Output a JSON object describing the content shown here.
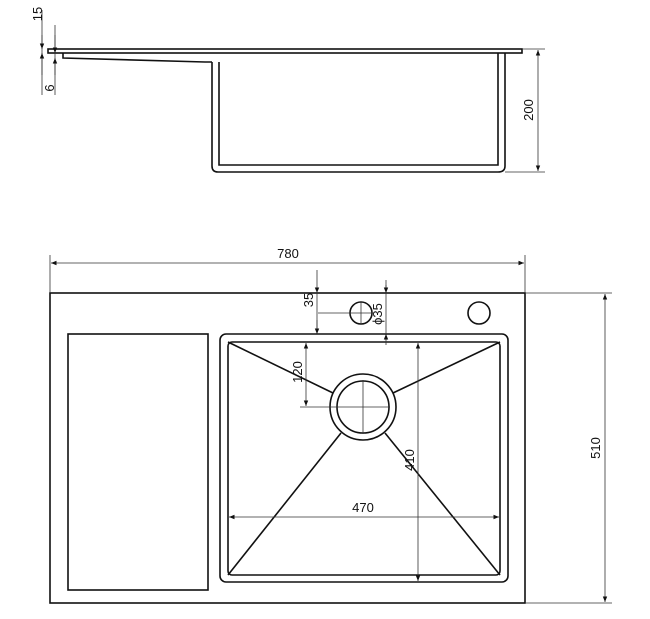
{
  "side_view": {
    "dims": {
      "flange_thickness": "15",
      "drainboard_step": "6",
      "depth": "200"
    }
  },
  "top_view": {
    "dims": {
      "overall_width": "780",
      "overall_depth": "510",
      "tap_hole_offset": "35",
      "tap_hole_diameter": "ϕ35",
      "drain_offset": "120",
      "bowl_depth": "410",
      "bowl_width": "470"
    }
  }
}
